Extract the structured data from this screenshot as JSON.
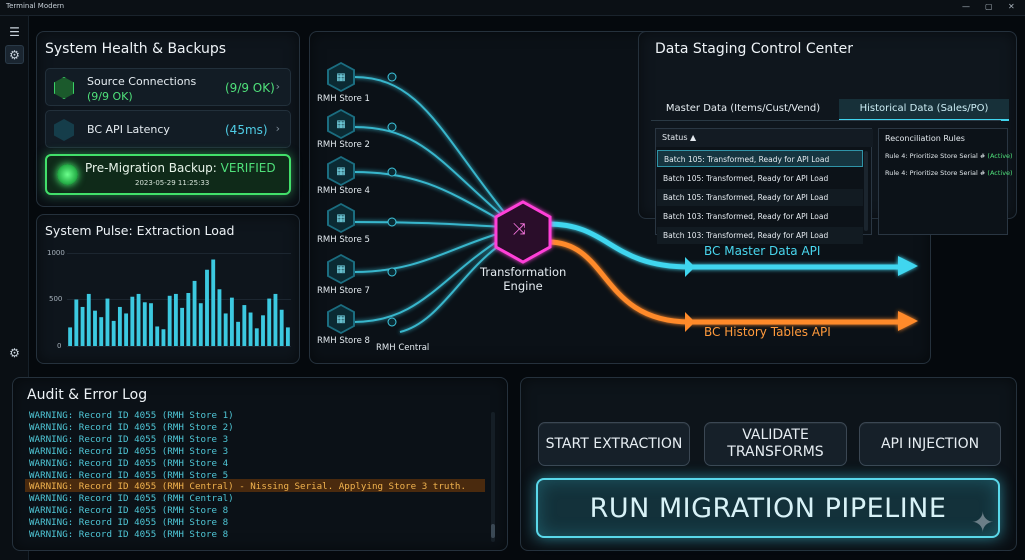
{
  "window": {
    "title": "Terminal Modern",
    "min_icon": "minimize-icon",
    "max_icon": "maximize-icon",
    "close_icon": "close-icon"
  },
  "rail": {
    "menu_icon": "menu-icon",
    "gear_icon": "gear-icon",
    "settings_icon": "settings-icon"
  },
  "colors": {
    "accent_cyan": "#3fd6ef",
    "accent_orange": "#ff8a2a",
    "accent_green": "#42e06a",
    "accent_magenta": "#ff3fd8"
  },
  "health": {
    "title": "System Health & Backups",
    "rows": [
      {
        "label": "Source Connections",
        "label2": "(9/9 OK)",
        "value": "(9/9 OK)",
        "icon": "hexagon-green-icon"
      },
      {
        "label": "BC API Latency",
        "value": "(45ms)",
        "icon": "hexagon-cyan-icon"
      }
    ],
    "backup": {
      "label": "Pre-Migration Backup: ",
      "status": "VERIFIED",
      "timestamp": "2023-05-29 11:25:33",
      "icon": "status-dot-icon"
    }
  },
  "pulse": {
    "title": "System Pulse: Extraction Load"
  },
  "chart_data": {
    "type": "bar",
    "title": "System Pulse: Extraction Load",
    "xlabel": "",
    "ylabel": "",
    "ylim": [
      0,
      1000
    ],
    "yticks": [
      "1000",
      "500",
      "0"
    ],
    "grid": true,
    "values": [
      200,
      500,
      420,
      560,
      380,
      310,
      510,
      270,
      420,
      350,
      530,
      560,
      470,
      460,
      210,
      180,
      540,
      560,
      410,
      570,
      700,
      460,
      820,
      930,
      610,
      350,
      520,
      260,
      440,
      360,
      190,
      330,
      510,
      560,
      390,
      200
    ]
  },
  "flow": {
    "sources": [
      "RMH Store 1",
      "RMH Store 2",
      "RMH Store 4",
      "RMH Store 5",
      "RMH Store 7",
      "RMH Store 8",
      "RMH Central"
    ],
    "source_icon": "store-icon",
    "engine_label_1": "Transformation",
    "engine_label_2": "Engine",
    "engine_icon": "shuffle-icon",
    "targets": [
      "BC Master Data API",
      "BC History Tables API"
    ]
  },
  "staging": {
    "title": "Data Staging Control Center",
    "tabs": [
      "Master Data (Items/Cust/Vend)",
      "Historical Data (Sales/PO)"
    ],
    "table_header": "Status ▲",
    "rows": [
      "Batch 105: Transformed, Ready for API Load",
      "Batch 105: Transformed, Ready for API Load",
      "Batch 105: Transformed, Ready for API Load",
      "Batch 103: Transformed, Ready for API Load",
      "Batch 103: Transformed, Ready for API Load"
    ],
    "rules_title": "Reconciliation Rules",
    "rules": [
      {
        "text": "Rule 4: Prioritize Store Serial # ",
        "status": "(Active)"
      },
      {
        "text": "Rule 4: Prioritize Store Serial # ",
        "status": "(Active)"
      }
    ]
  },
  "audit": {
    "title": "Audit & Error Log",
    "lines": [
      "WARNING: Record ID 4055 (RMH Store 1)",
      "WARNING: Record ID 4055 (RMH Store 2)",
      "WARNING: Record ID 4055 (RMH Store 3",
      "WARNING: Record ID 4055 (RMH Store 3",
      "WARNING: Record ID 4055 (RMH Store 4",
      "WARNING: Record ID 4055 (RMH Store 5",
      "WARNING: Record ID 4055 (RMH Central) - Nissing Serial. Applying Store 3 truth.",
      "WARNING: Record ID 4055 (RMH Central)",
      "WARNING: Record ID 4055 (RMH Store 8",
      "WARNING: Record ID 4055 (RMH Store 8",
      "WARNING: Record ID 4055 (RMH Store 8"
    ]
  },
  "actions": {
    "extract": "START EXTRACTION",
    "validate_1": "VALIDATE",
    "validate_2": "TRANSFORMS",
    "api": "API INJECTION",
    "run": "RUN MIGRATION PIPELINE",
    "sparkle_icon": "sparkle-icon"
  }
}
